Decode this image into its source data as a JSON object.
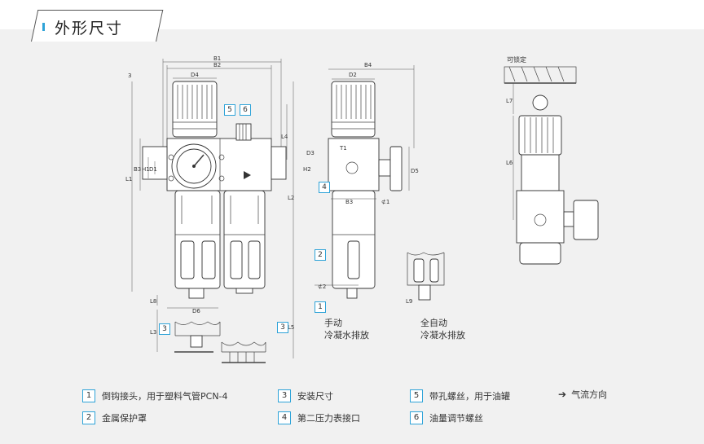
{
  "header": {
    "title": "外形尺寸"
  },
  "dims": {
    "b1": "B1",
    "b2": "B2",
    "b3": "B3",
    "b4": "B4",
    "d1": "D1",
    "d2": "D2",
    "d3": "D3",
    "d4": "D4",
    "d5": "D5",
    "d6": "D6",
    "h1": "H1",
    "h2": "H2",
    "l1": "L1",
    "l2": "L2",
    "l3": "L3",
    "l4": "L4",
    "l5": "L5",
    "l6": "L6",
    "l7": "L7",
    "l8": "L8",
    "l9": "L9",
    "t1": "T1",
    "phi1": "⊄1",
    "phi2": "⊄2",
    "small3": "3",
    "lockable": "可锁定"
  },
  "callouts": {
    "c1": "1",
    "c2": "2",
    "c3": "3",
    "c4": "4",
    "c5": "5",
    "c6": "6"
  },
  "captions": {
    "manual_line1": "手动",
    "manual_line2": "冷凝水排放",
    "auto_line1": "全自动",
    "auto_line2": "冷凝水排放"
  },
  "legend": [
    {
      "num": "1",
      "text": "倒钩接头，用于塑料气管PCN-4"
    },
    {
      "num": "2",
      "text": "金属保护罩"
    },
    {
      "num": "3",
      "text": "安装尺寸"
    },
    {
      "num": "4",
      "text": "第二压力表接口"
    },
    {
      "num": "5",
      "text": "带孔螺丝，用于油罐"
    },
    {
      "num": "6",
      "text": "油量调节螺丝"
    }
  ],
  "flow": {
    "arrow": "➔",
    "text": "气流方向"
  },
  "colors": {
    "accent": "#2ea3d8",
    "panel": "#f1f1f1"
  }
}
